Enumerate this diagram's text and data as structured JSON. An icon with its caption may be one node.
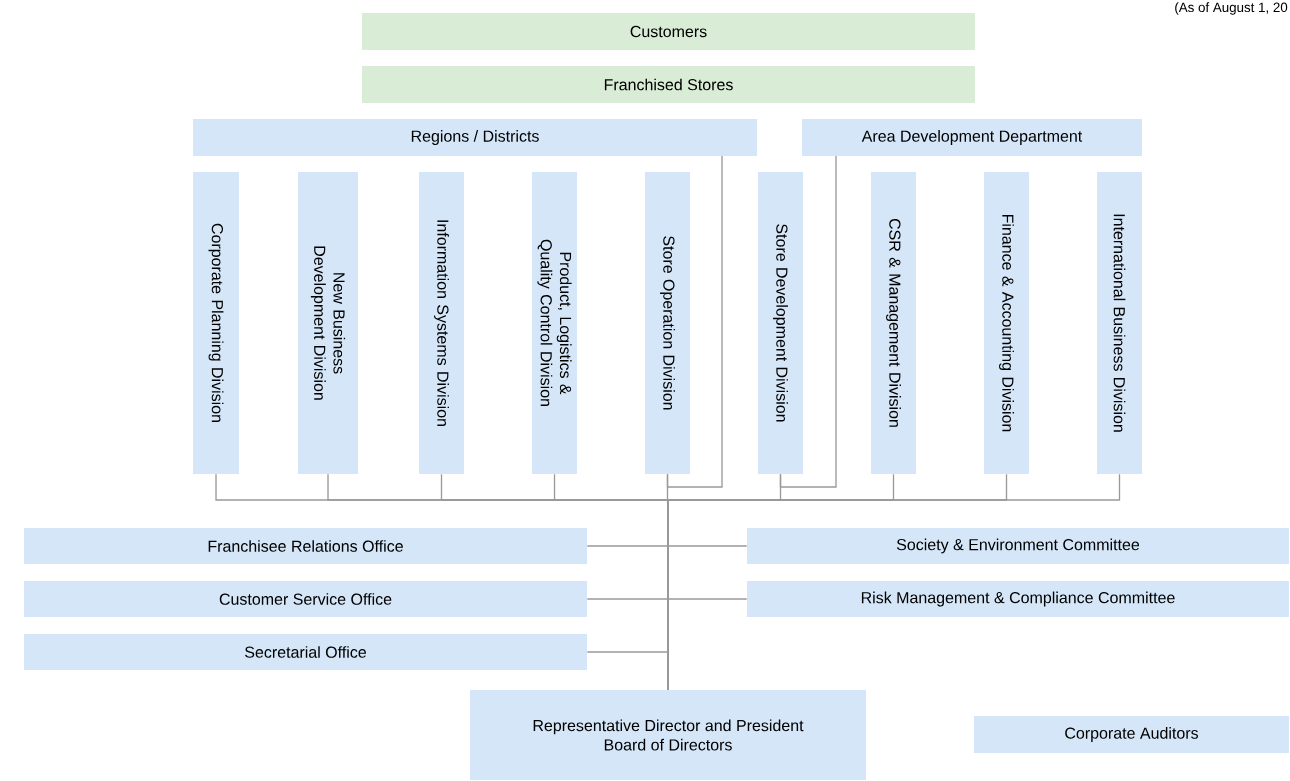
{
  "diagram": {
    "nodes": [
      {
        "text": [
          "Customers"
        ]
      },
      {
        "text": [
          "Franchised Stores"
        ]
      },
      {
        "text": [
          "Regions / Districts"
        ]
      },
      {
        "text": [
          "Area Development Department"
        ]
      },
      {
        "text": [
          "Corporate Planning Division"
        ]
      },
      {
        "text": [
          "New Business Development Division"
        ]
      },
      {
        "text": [
          "Information Systems Division"
        ]
      },
      {
        "text": [
          "Product, Logistics & Quality Control Division"
        ]
      },
      {
        "text": [
          "Store Operation Division"
        ]
      },
      {
        "text": [
          "Store Development Division"
        ]
      },
      {
        "text": [
          "CSR & Management Division"
        ]
      },
      {
        "text": [
          "Finance & Accounting Division"
        ]
      },
      {
        "text": [
          "International Business Division"
        ]
      },
      {
        "text": [
          "Franchisee Relations Office"
        ]
      },
      {
        "text": [
          "Customer Service Office"
        ]
      },
      {
        "text": [
          "Secretarial Office"
        ]
      },
      {
        "text": [
          "Society & Environment Committee"
        ]
      },
      {
        "text": [
          "Risk Management & Compliance Committee"
        ]
      },
      {
        "text": [
          "Representative Director and President",
          "Board of Directors"
        ]
      },
      {
        "text": [
          "Corporate Auditors"
        ]
      }
    ],
    "edges": [
      {
        "from": 18,
        "to": 4,
        "arrow": "none"
      },
      {
        "from": 18,
        "to": 5,
        "arrow": "none"
      },
      {
        "from": 18,
        "to": 6,
        "arrow": "none"
      },
      {
        "from": 18,
        "to": 7,
        "arrow": "none"
      },
      {
        "from": 18,
        "to": 8,
        "arrow": "none"
      },
      {
        "from": 18,
        "to": 9,
        "arrow": "none"
      },
      {
        "from": 18,
        "to": 10,
        "arrow": "none"
      },
      {
        "from": 18,
        "to": 11,
        "arrow": "none"
      },
      {
        "from": 18,
        "to": 12,
        "arrow": "none"
      },
      {
        "from": 2,
        "to": 8,
        "arrow": "none"
      },
      {
        "from": 3,
        "to": 9,
        "arrow": "none"
      },
      {
        "from": 18,
        "to": 13,
        "arrow": "none"
      },
      {
        "from": 18,
        "to": 14,
        "arrow": "none"
      },
      {
        "from": 18,
        "to": 15,
        "arrow": "none"
      },
      {
        "from": 18,
        "to": 16,
        "arrow": "none"
      },
      {
        "from": 18,
        "to": 17,
        "arrow": "none"
      }
    ],
    "labels": [
      "(As of August 1, 20"
    ]
  }
}
